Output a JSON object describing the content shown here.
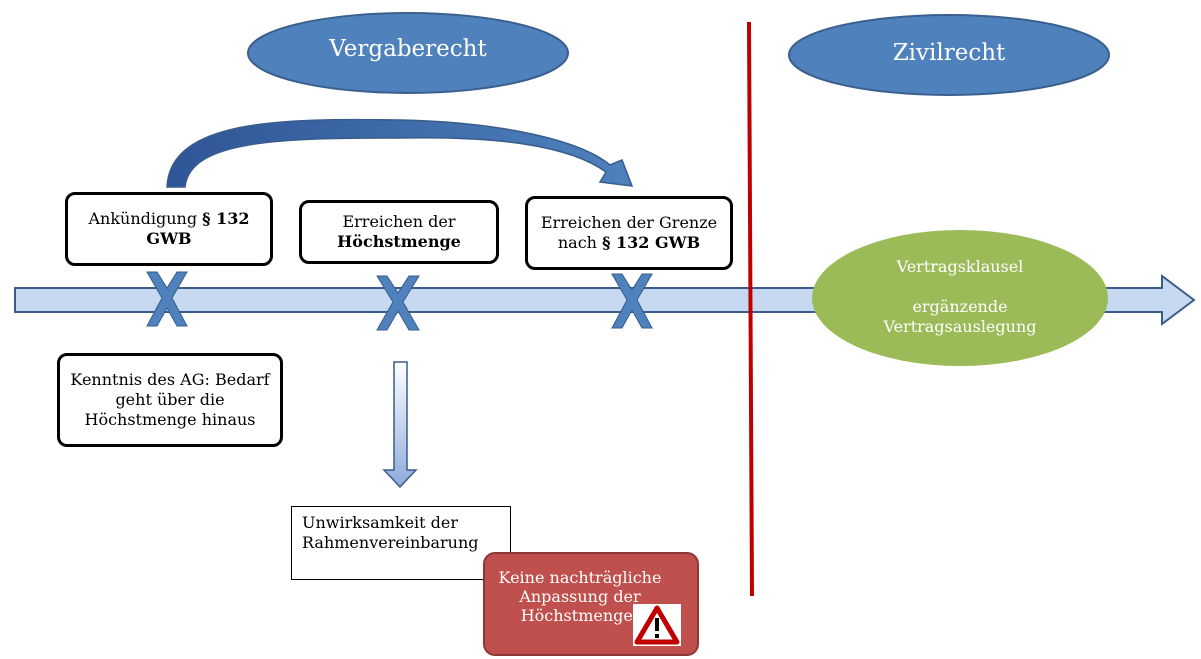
{
  "headers": {
    "left": "Vergaberecht",
    "right": "Zivilrecht"
  },
  "timeline": {
    "box1": {
      "text": "Ankündigung ",
      "bold": "§ 132 GWB"
    },
    "box2": {
      "text": "Erreichen der",
      "bold": "Höchstmenge"
    },
    "box3": {
      "text": "Erreichen der Grenze nach ",
      "bold": "§ 132 GWB"
    },
    "below1": "Kenntnis des AG: Bedarf geht über die Höchstmenge hinaus",
    "result": "Unwirksamkeit der Rahmenvereinbarung",
    "warning": "Keine nachträgliche Anpassung der Höchstmenge!"
  },
  "civil": {
    "line1": "Vertragsklausel",
    "line2": "ergänzende Vertragsauslegung"
  },
  "icons": [
    "cross-marker-icon",
    "warning-triangle-icon",
    "curved-arrow-icon",
    "down-arrow-icon",
    "timeline-arrow-icon"
  ],
  "colors": {
    "header_blue": "#4f81bd",
    "timeline_fill": "#c6d9f1",
    "divider_red": "#c00000",
    "civil_green": "#9bbb59",
    "warning_red": "#c0504d"
  }
}
